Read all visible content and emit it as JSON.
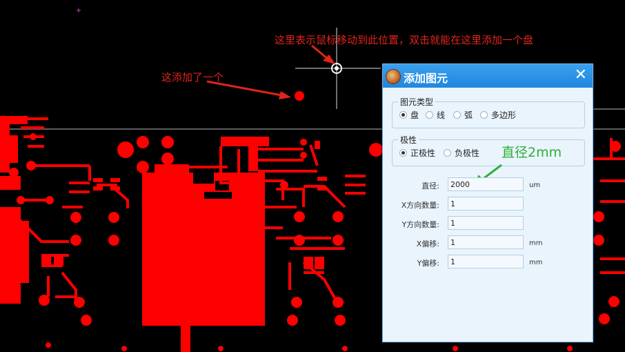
{
  "annotations": {
    "top_note": "这里表示鼠标移动到此位置，双击就能在这里添加一个盘",
    "left_note": "这添加了一个"
  },
  "dialog": {
    "title": "添加图元",
    "close_glyph": "✕",
    "type_group": {
      "label": "图元类型",
      "options": [
        "盘",
        "线",
        "弧",
        "多边形"
      ],
      "selected": "盘"
    },
    "polarity_group": {
      "label": "极性",
      "options": [
        "正极性",
        "负极性"
      ],
      "selected": "正极性"
    },
    "fields": {
      "diameter": {
        "label": "直径:",
        "value": "2000",
        "unit": "um"
      },
      "x_count": {
        "label": "X方向数量:",
        "value": "1",
        "unit": ""
      },
      "y_count": {
        "label": "Y方向数量:",
        "value": "1",
        "unit": ""
      },
      "x_offset": {
        "label": "X偏移:",
        "value": "1",
        "unit": "mm"
      },
      "y_offset": {
        "label": "Y偏移:",
        "value": "1",
        "unit": "mm"
      }
    },
    "green_note": "直径2mm"
  },
  "colors": {
    "pcb_copper": "#ff0000",
    "annotation_red": "#e2231a",
    "annotation_green": "#2eae36",
    "dialog_title": "#2a8fe4",
    "canvas_bg": "#000000"
  }
}
